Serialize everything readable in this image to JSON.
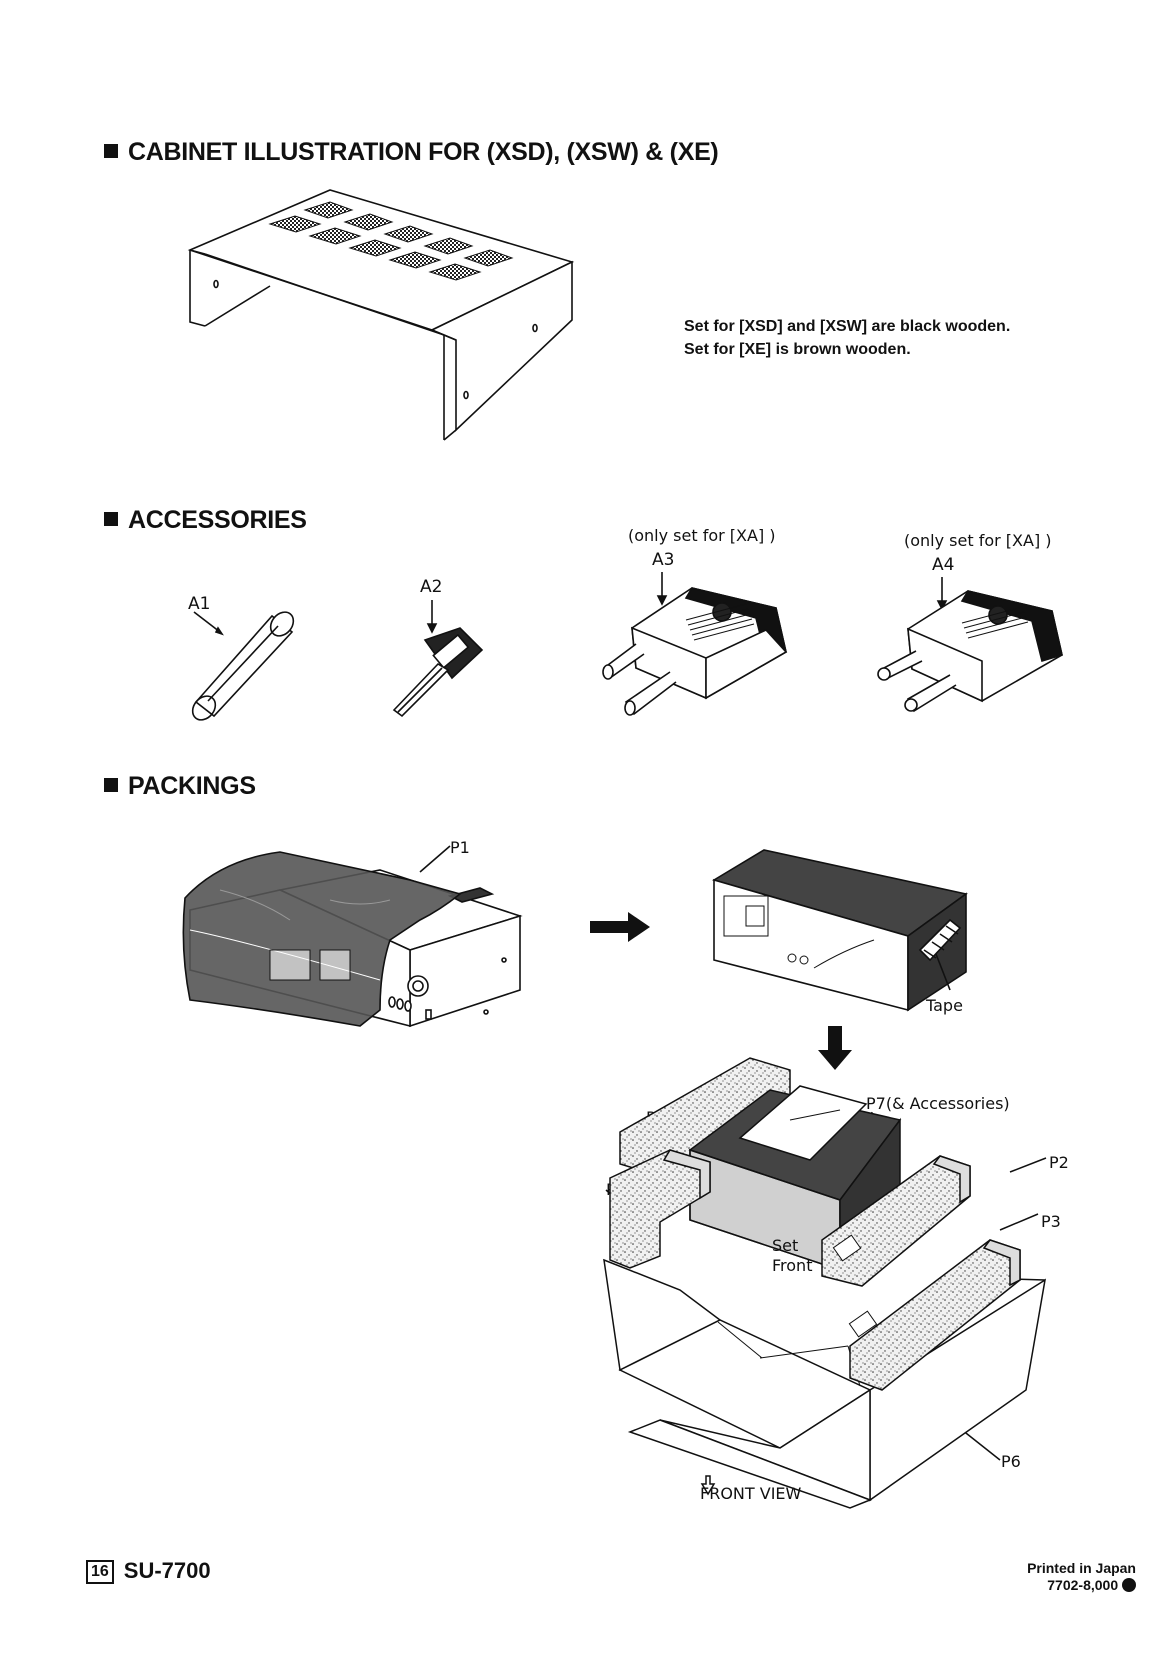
{
  "sections": {
    "cabinet": {
      "title": "CABINET ILLUSTRATION FOR (XSD), (XSW) & (XE)"
    },
    "accessories": {
      "title": "ACCESSORIES"
    },
    "packings": {
      "title": "PACKINGS"
    }
  },
  "cabinet_notes": [
    "Set for [XSD] and [XSW] are black wooden.",
    "Set for [XE] is brown wooden."
  ],
  "accessories": {
    "a1": "A1",
    "a2": "A2",
    "a3": "A3",
    "a4": "A4",
    "a3_note": "(only set for [XA] )",
    "a4_note": "(only set for [XA] )"
  },
  "packings": {
    "p1": "P1",
    "tape": "Tape",
    "p2": "P2",
    "p3": "P3",
    "p4": "P4",
    "p5": "P5",
    "p6": "P6",
    "p7": "P7(& Accessories)",
    "set_front": [
      "Set",
      "Front"
    ],
    "front_view": "FRONT VIEW"
  },
  "footer": {
    "page_number": "16",
    "model": "SU-7700",
    "printed": "Printed in Japan",
    "code": "7702-8,000"
  }
}
